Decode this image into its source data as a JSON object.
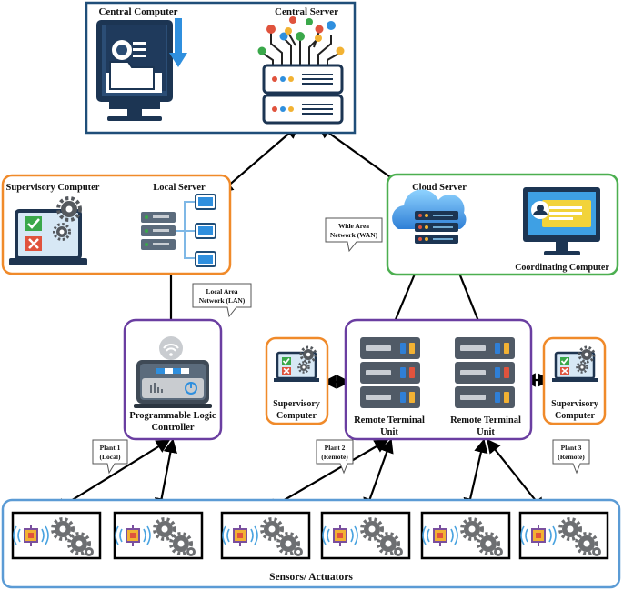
{
  "central_box": {
    "computer_label": "Central Computer",
    "server_label": "Central Server"
  },
  "supervisory_box": {
    "computer_label": "Supervisory Computer",
    "server_label": "Local Server"
  },
  "cloud_box": {
    "server_label": "Cloud Server",
    "computer_label": "Coordinating Computer"
  },
  "plc": {
    "label_line1": "Programmable Logic",
    "label_line2": "Controller"
  },
  "rtu_box": {
    "rtu1_line1": "Remote Terminal",
    "rtu1_line2": "Unit",
    "rtu2_line1": "Remote Terminal",
    "rtu2_line2": "Unit"
  },
  "sup_left": {
    "line1": "Supervisory",
    "line2": "Computer"
  },
  "sup_right": {
    "line1": "Supervisory",
    "line2": "Computer"
  },
  "callouts": {
    "wan_line1": "Wide Area",
    "wan_line2": "Network (WAN)",
    "lan_line1": "Local Area",
    "lan_line2": "Network (LAN)",
    "plant1_line1": "Plant 1",
    "plant1_line2": "(Local)",
    "plant2_line1": "Plant 2",
    "plant2_line2": "(Remote)",
    "plant3_line1": "Plant 3",
    "plant3_line2": "(Remote)"
  },
  "sensors_label": "Sensors/ Actuators",
  "colors": {
    "central_border": "#1f4e79",
    "supervisory_border": "#f08a2a",
    "cloud_border": "#4caf50",
    "purple_border": "#6a3ea1",
    "sensor_border": "#5b9bd5"
  }
}
